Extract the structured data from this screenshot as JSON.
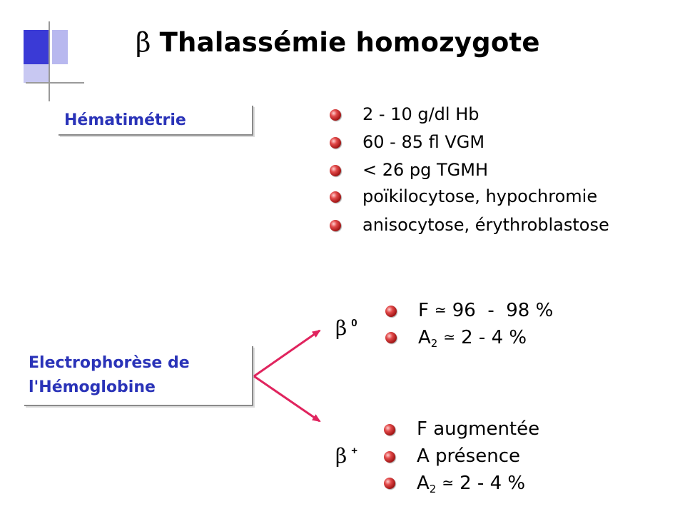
{
  "title": {
    "symbol": "β",
    "text": "Thalassémie homozygote"
  },
  "hematimetrie": {
    "label": "Hématimétrie",
    "items": [
      "2 - 10 g/dl Hb",
      "60 - 85 fl VGM",
      "< 26 pg TGMH",
      "poïkilocytose, hypochromie",
      "anisocytose, érythroblastose"
    ]
  },
  "electrophorese": {
    "label_line1": "Electrophorèse de",
    "label_line2": "l'Hémoglobine",
    "beta0": {
      "symbol": "β",
      "sup": "0",
      "f_line": {
        "label": "F",
        "approx": "≃",
        "value": "96  -  98 %"
      },
      "a2_line": {
        "label": "A",
        "sub": "2",
        "approx": "≃",
        "value": "2 - 4 %"
      }
    },
    "betaplus": {
      "symbol": "β",
      "sup": "+",
      "f_line": "F augmentée",
      "a_line": "A présence",
      "a2_line": {
        "label": "A",
        "sub": "2",
        "approx": "≃",
        "value": "2 - 4 %"
      }
    }
  },
  "colors": {
    "accent_blue": "#2a33b8",
    "arrow": "#e0245e",
    "bullet": "#c0201e"
  }
}
